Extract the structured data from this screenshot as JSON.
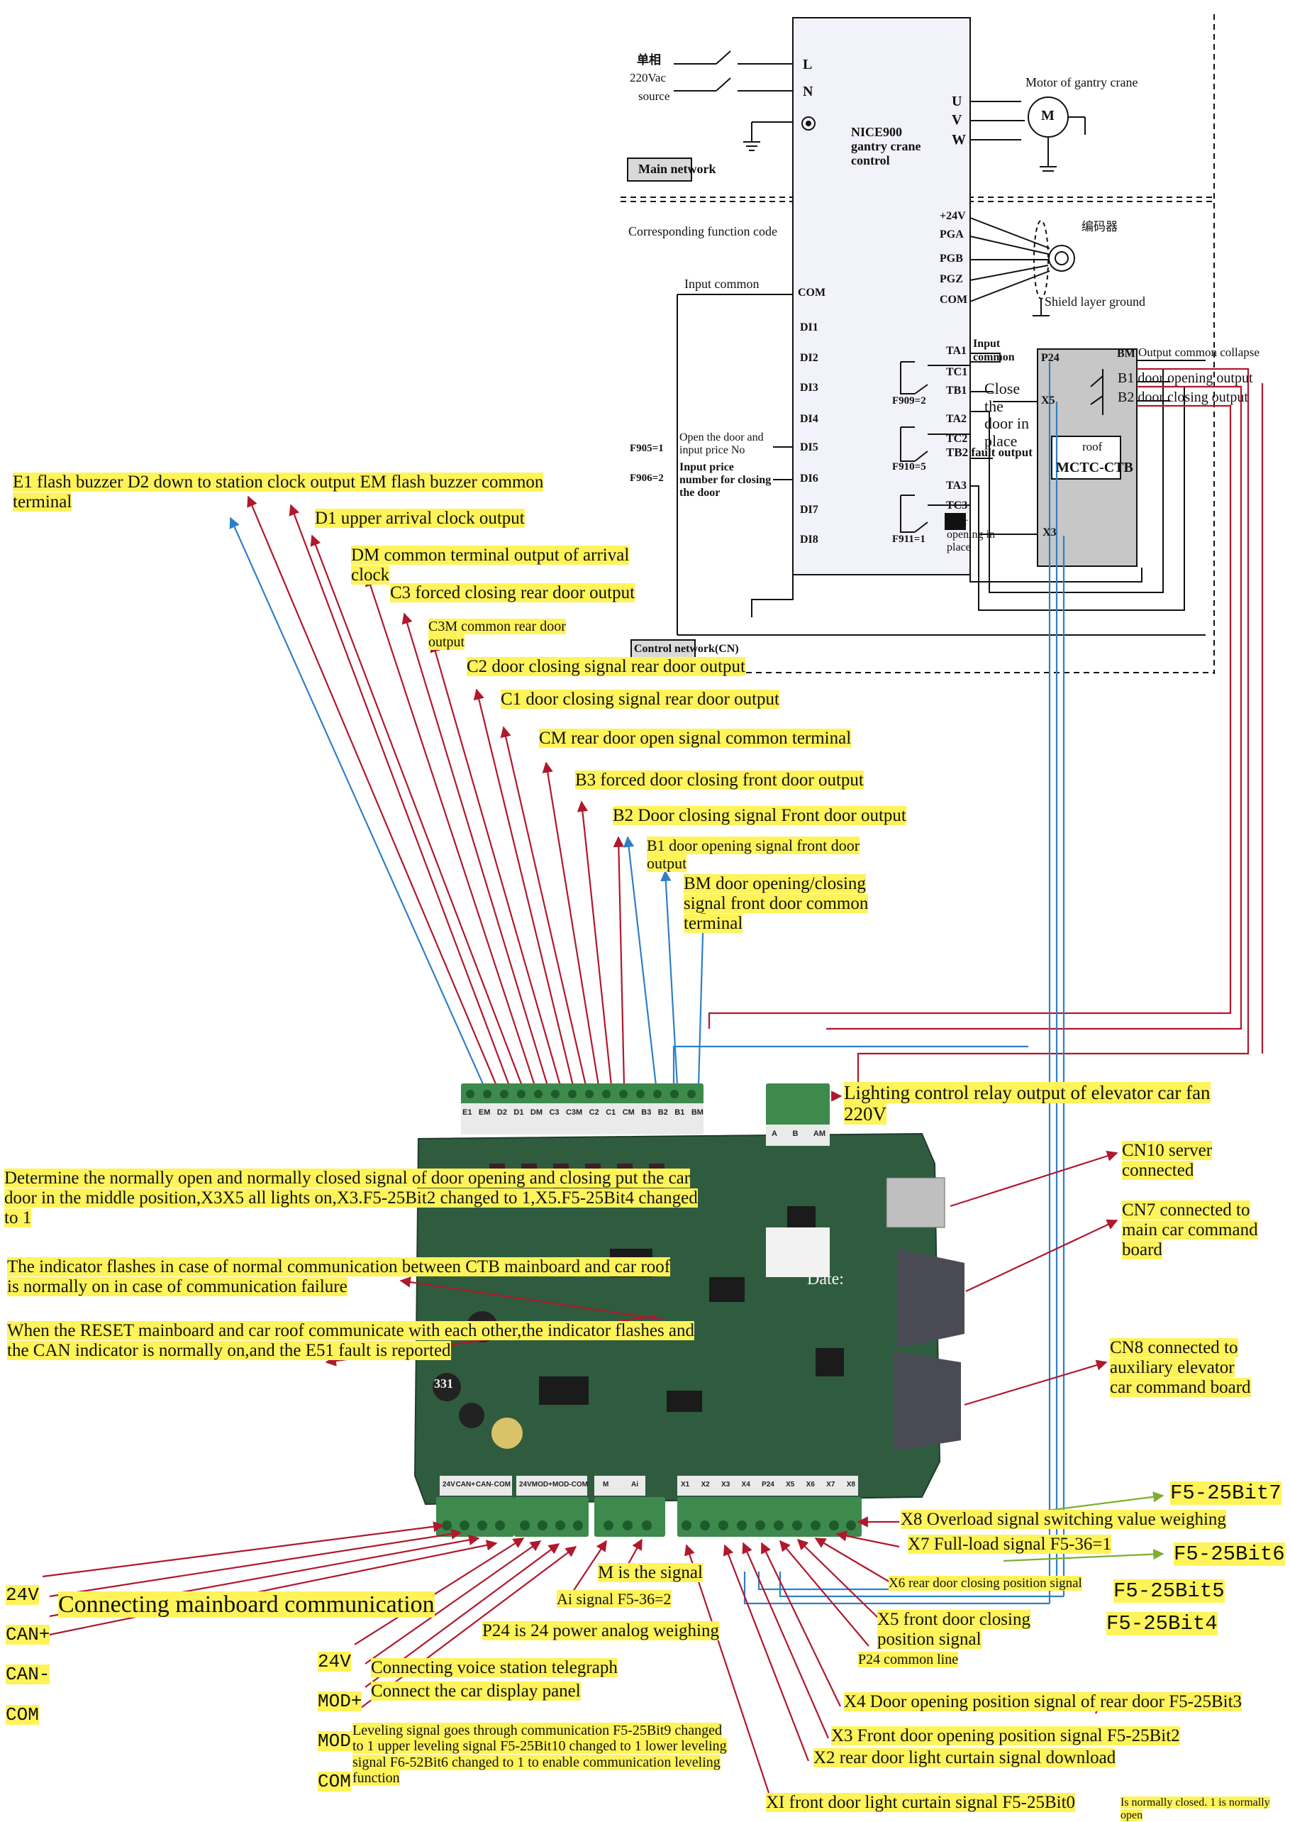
{
  "schematic": {
    "source_cn": "单相",
    "source_v": "220Vac",
    "source_en": "source",
    "L": "L",
    "N": "N",
    "U": "U",
    "V": "V",
    "W": "W",
    "nice_1": "NICE900",
    "nice_2": "gantry crane",
    "nice_3": "control",
    "motor": "Motor of gantry crane",
    "motor_m": "M",
    "main_network": "Main network",
    "func_code": "Corresponding function code",
    "input_common": "Input common",
    "encoder_cn": "编码器",
    "shield": "Shield layer ground",
    "terminals_enc": [
      "+24V",
      "PGA",
      "PGB",
      "PGZ",
      "COM"
    ],
    "terminals_di": [
      "COM",
      "DI1",
      "DI2",
      "DI3",
      "DI4",
      "DI5",
      "DI6",
      "DI7",
      "DI8"
    ],
    "relay_terms": [
      "TA1",
      "TC1",
      "TB1",
      "TA2",
      "TC2",
      "TB2",
      "TA3",
      "TC3"
    ],
    "input_common_2a": "Input",
    "input_common_2b": "common",
    "close_door": "Close\nthe\ndoor in\nplace",
    "fault_output": "TB2 fault output",
    "door_opening": "door\nopening in\nplace",
    "f909": "F909=2",
    "f910": "F910=5",
    "f911": "F911=1",
    "f905": "F905=1",
    "f906": "F906=2",
    "open_door_note": "Open the door and\ninput price No",
    "input_price_note": "Input price\nnumber for closing\nthe door",
    "ctb_p24": "P24",
    "ctb_x5": "X5",
    "ctb_x3": "X3",
    "ctb_bm": "BM",
    "ctb_b1": "B1 door opening output",
    "ctb_b2": "B2 door closing output",
    "ctb_roof": "roof",
    "ctb_name": "MCTC-CTB",
    "output_common": "Output common collapse",
    "control_network": "Control network(CN)"
  },
  "top_labels": {
    "e1": "E1 flash buzzer D2 down to station clock output EM flash buzzer common\nterminal",
    "d1": "D1 upper arrival clock output",
    "dm": "DM common terminal output of arrival\nclock",
    "c3": "C3 forced closing rear door output",
    "c3m": "C3M common rear door\noutput",
    "c2": "C2 door closing signal rear door output",
    "c1": "C1 door closing signal rear door output",
    "cm": "CM rear door open signal common terminal",
    "b3": "B3 forced door closing front door output",
    "b2": "B2 Door closing signal Front door output",
    "b1": "B1 door opening signal front door\noutput",
    "bm": "BM door opening/closing\nsignal front door common\nterminal"
  },
  "board": {
    "top_terms": [
      "E1",
      "EM",
      "D2",
      "D1",
      "DM",
      "C3",
      "C3M",
      "C2",
      "C1",
      "CM",
      "B3",
      "B2",
      "B1",
      "BM"
    ],
    "relay_terms": [
      "A",
      "B",
      "AM"
    ],
    "bottom_terms_1": [
      "24V",
      "CAN+",
      "CAN-",
      "COM"
    ],
    "bottom_terms_2": [
      "24V",
      "MOD+",
      "MOD-",
      "COM"
    ],
    "bottom_terms_3": [
      "M",
      "Ai"
    ],
    "bottom_terms_4": [
      "X1",
      "X2",
      "X3",
      "X4",
      "P24",
      "X5",
      "X6",
      "X7",
      "X8"
    ],
    "date": "Date:",
    "cap": "331"
  },
  "right_labels": {
    "lighting": "Lighting control relay output of elevator car fan\n220V",
    "cn10": "CN10 server\nconnected",
    "cn7": "CN7 connected to\nmain car command\nboard",
    "cn8": "CN8 connected to\nauxiliary elevator\ncar command board"
  },
  "left_labels": {
    "determine": "Determine the normally open and normally closed signal of door opening and closing put the car\ndoor in the middle position,X3X5 all lights on,X3.F5-25Bit2 changed to 1,X5.F5-25Bit4 changed\nto 1",
    "indicator": "The indicator flashes in case of normal communication between CTB mainboard and car roof\nis normally on in case of communication failure",
    "reset": "When the RESET mainboard and car roof communicate with each other,the indicator flashes and\nthe CAN indicator is normally on,and the E51 fault is reported"
  },
  "bottom_labels": {
    "can_terms": [
      "24V",
      "CAN+",
      "CAN-",
      "COM"
    ],
    "connecting_main": "Connecting mainboard communication",
    "mod_terms": [
      "24V",
      "MOD+",
      "MOD-",
      "COM"
    ],
    "voice": "Connecting voice station telegraph",
    "display": "Connect the car display panel",
    "leveling": "Leveling signal goes through communication F5-25Bit9 changed\nto 1 upper leveling signal F5-25Bit10 changed to 1 lower leveling\nsignal F6-52Bit6 changed to 1 to enable communication leveling\nfunction",
    "m_signal": "M is the signal",
    "ai_signal": "Ai signal F5-36=2",
    "p24_power": "P24 is 24 power analog weighing",
    "x8": "X8 Overload signal switching value weighing",
    "x7": "X7 Full-load signal F5-36=1",
    "x6": "X6 rear door closing position signal",
    "x5": "X5 front door closing\nposition signal",
    "p24_common": "P24 common line",
    "x4": "X4 Door opening position signal of rear door F5-25Bit3",
    "x3": "X3 Front door opening position signal F5-25Bit2",
    "x2": "X2 rear door light curtain signal download",
    "x1": "XI front door light curtain signal F5-25Bit0",
    "normally_closed": "Is normally closed. 1 is normally open",
    "bit7": "F5-25Bit7",
    "bit6": "F5-25Bit6",
    "bit5": "F5-25Bit5",
    "bit4": "F5-25Bit4"
  },
  "colors": {
    "highlight": "#fff35a",
    "red_wire": "#b0182c",
    "blue_wire": "#2f7fc7",
    "green_arrow": "#7fae2d",
    "board_green": "#2f5c3e",
    "terminal_green": "#3d8a4c"
  }
}
